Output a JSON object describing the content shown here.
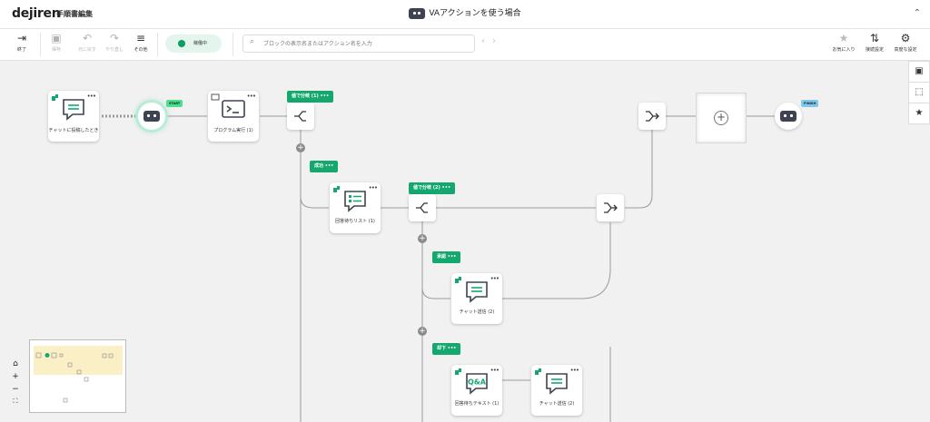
{
  "header": {
    "logo": "dejiren",
    "page_title": "手順書編集",
    "doc_title": "VAアクションを使う場合",
    "collapse_icon": "chevron-double-up-icon"
  },
  "toolbar": {
    "exit": "終了",
    "save": "保存",
    "undo": "元に戻す",
    "redo": "やり直し",
    "more": "その他",
    "status": "稼働中",
    "search_placeholder": "ブロックの表示名またはアクション名を入力",
    "favorites": "お気に入り",
    "connection_settings": "接続設定",
    "advanced_settings": "高度な設定",
    "status_color": "#0f9a66"
  },
  "nodes": {
    "trigger": "チャットに投稿したとき",
    "program": "プログラム実行 (1)",
    "waitlist": "回答待ちリスト (1)",
    "chat2": "チャット送信 (2)",
    "qa": "回答待ちテキスト (1)",
    "chat2b": "チャット送信 (2)"
  },
  "badges": {
    "start": "START",
    "finish": "FINISH"
  },
  "branches": {
    "b1": "値で分岐 (1)",
    "success": "成功",
    "b2": "値で分岐 (2)",
    "approve": "承認",
    "reject": "却下"
  },
  "accent": "#14a86e"
}
